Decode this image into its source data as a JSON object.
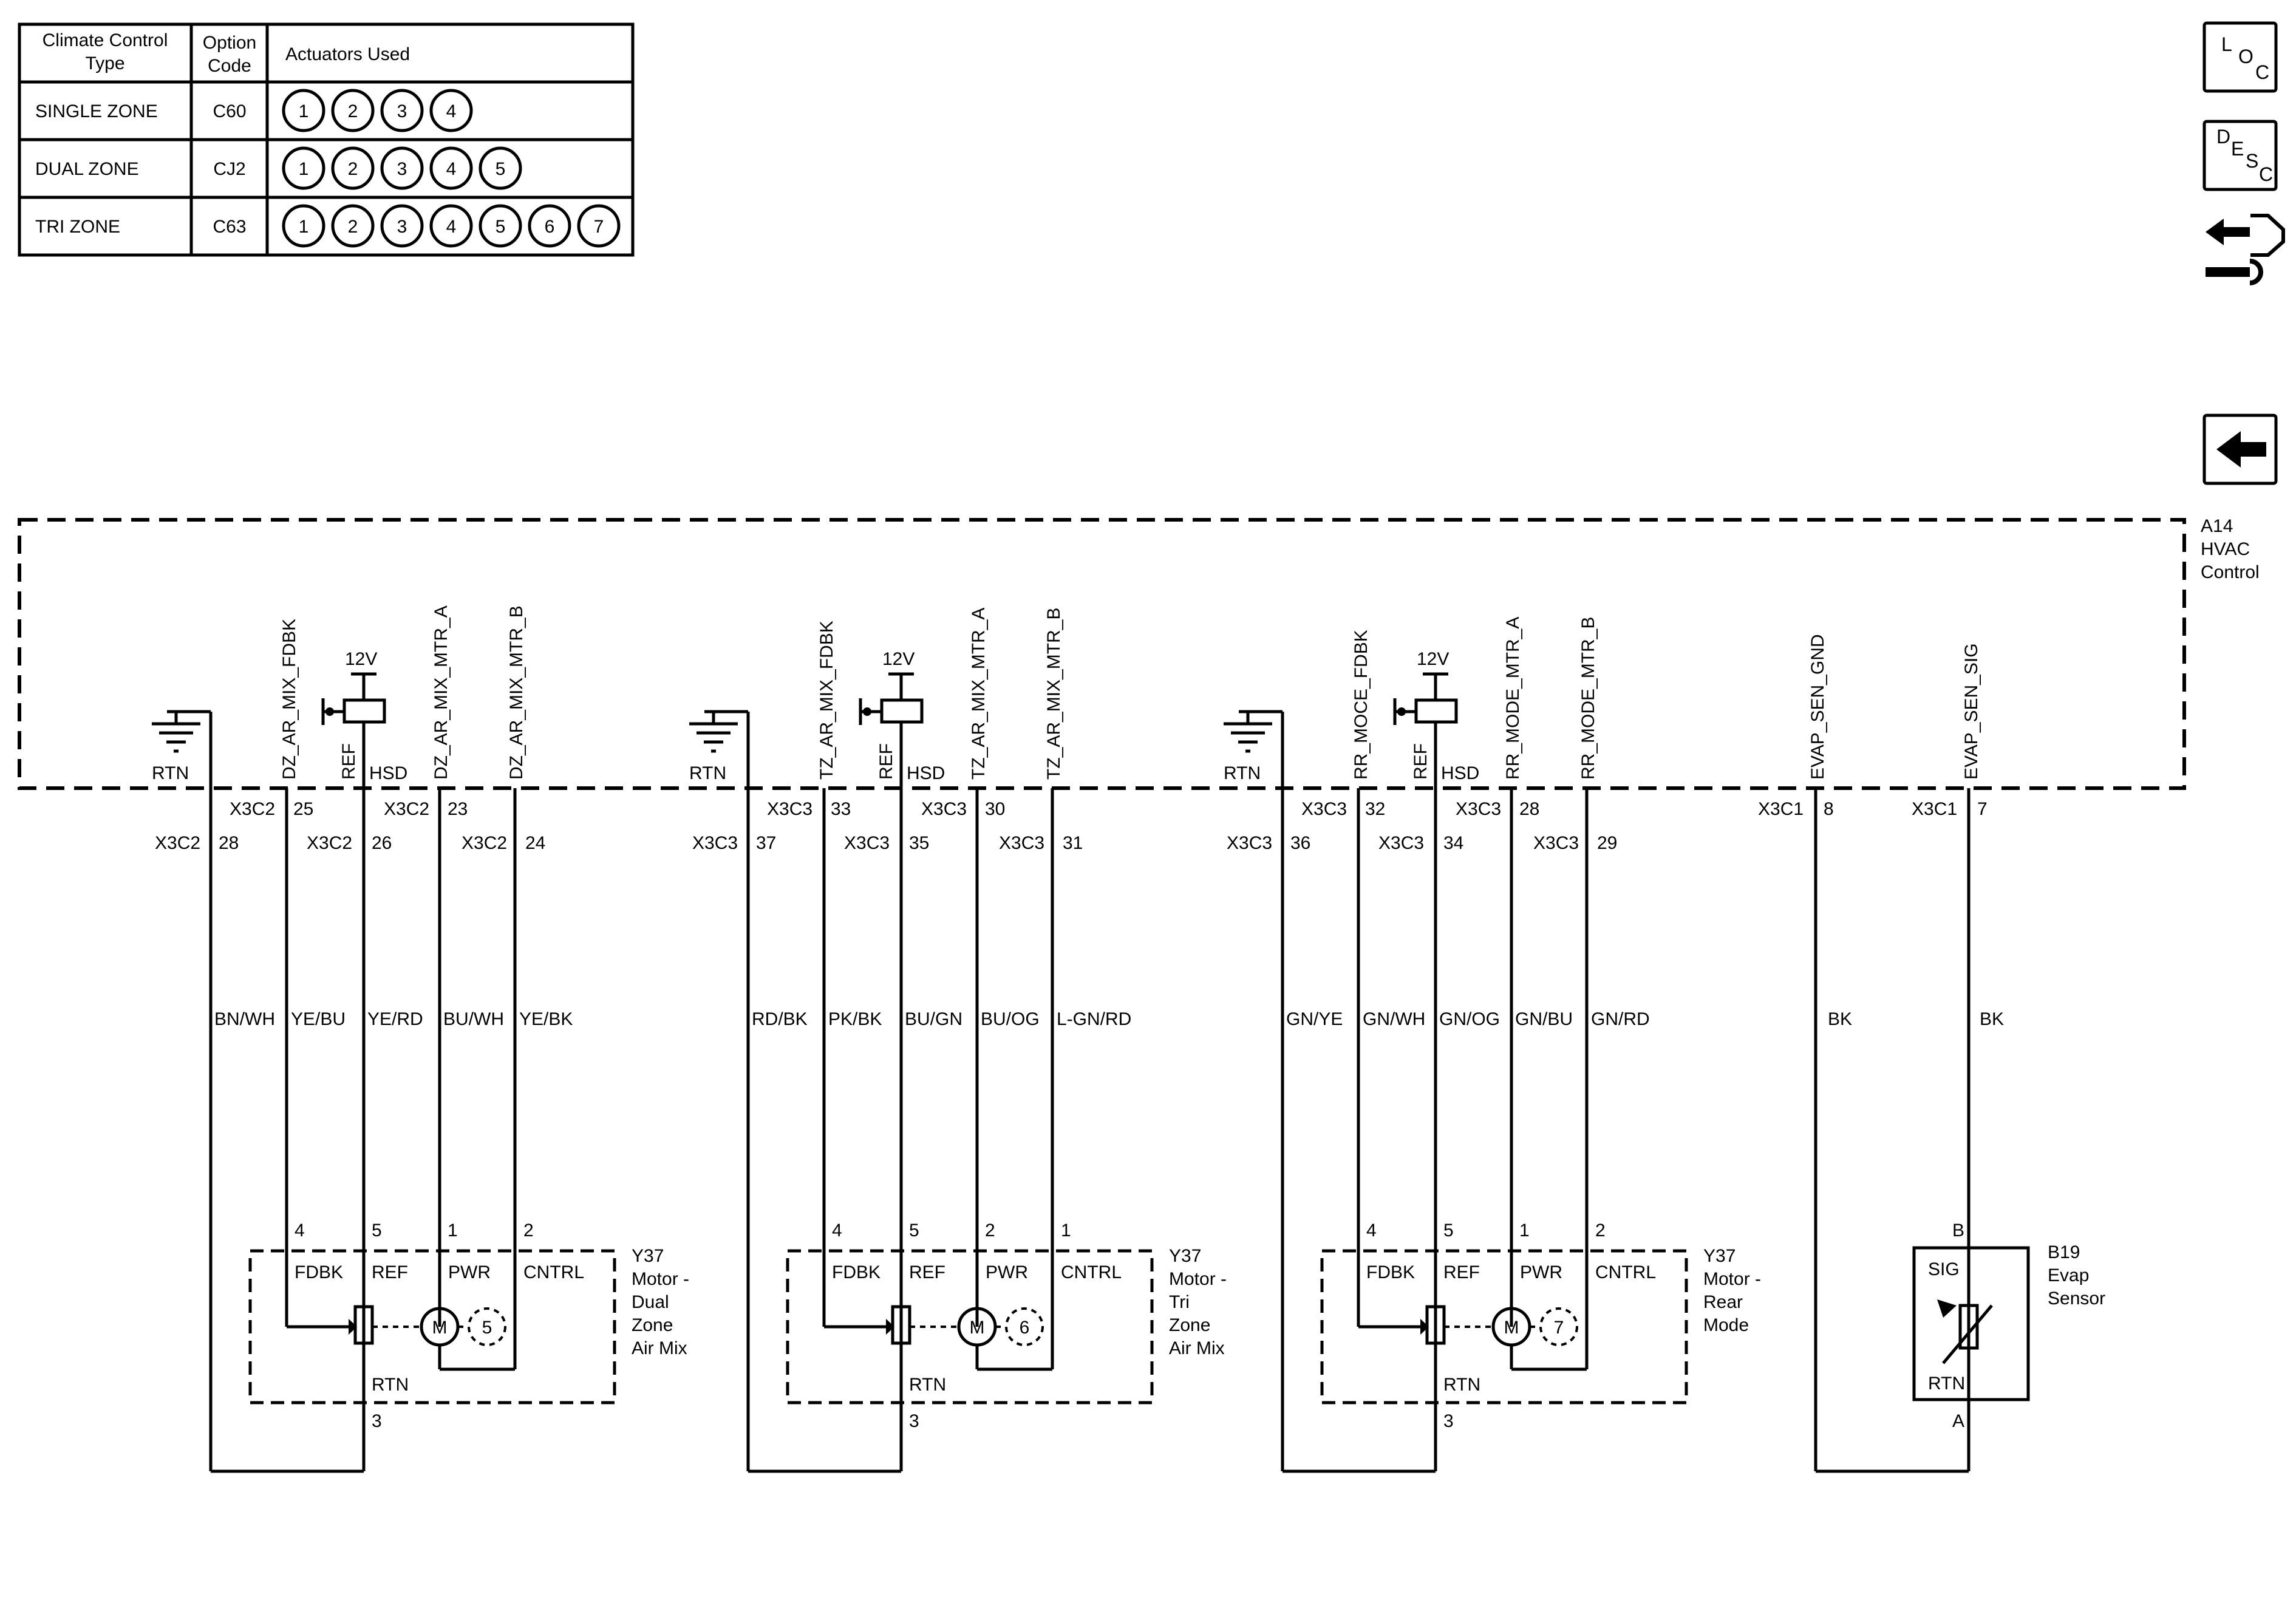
{
  "table": {
    "headers": [
      "Climate Control Type",
      "Option Code",
      "Actuators Used"
    ],
    "rows": [
      {
        "type": "SINGLE ZONE",
        "code": "C60",
        "actuators": [
          "1",
          "2",
          "3",
          "4"
        ]
      },
      {
        "type": "DUAL ZONE",
        "code": "CJ2",
        "actuators": [
          "1",
          "2",
          "3",
          "4",
          "5"
        ]
      },
      {
        "type": "TRI ZONE",
        "code": "C63",
        "actuators": [
          "1",
          "2",
          "3",
          "4",
          "5",
          "6",
          "7"
        ]
      }
    ]
  },
  "nav": {
    "loc": [
      "L",
      "O",
      "C"
    ],
    "desc": [
      "D",
      "E",
      "S",
      "C"
    ]
  },
  "module": {
    "label": [
      "A14",
      "HVAC",
      "Control"
    ]
  },
  "groups": [
    {
      "rtn": "RTN",
      "v12": "12V",
      "ref": "REF",
      "hsd": "HSD",
      "signals": [
        "DZ_AR_MIX_FDBK",
        "DZ_AR_MIX_MTR_A",
        "DZ_AR_MIX_MTR_B"
      ],
      "conn_rtn": "X3C2",
      "pin_rtn": "28",
      "conn_fdbk": "X3C2",
      "pin_fdbk": "25",
      "conn_ref": "X3C2",
      "pin_ref": "26",
      "conn_a": "X3C2",
      "pin_a": "23",
      "conn_b": "X3C2",
      "pin_b": "24",
      "colors": [
        "BN/WH",
        "YE/BU",
        "YE/RD",
        "BU/WH",
        "YE/BK"
      ],
      "comp_pins": [
        "4",
        "5",
        "1",
        "2",
        "3"
      ],
      "comp_terms": [
        "FDBK",
        "REF",
        "PWR",
        "CNTRL",
        "RTN"
      ],
      "motor": "M",
      "actuator": "5",
      "comp_label": [
        "Y37",
        "Motor -",
        "Dual",
        "Zone",
        "Air Mix"
      ]
    },
    {
      "rtn": "RTN",
      "v12": "12V",
      "ref": "REF",
      "hsd": "HSD",
      "signals": [
        "TZ_AR_MIX_FDBK",
        "TZ_AR_MIX_MTR_A",
        "TZ_AR_MIX_MTR_B"
      ],
      "conn_rtn": "X3C3",
      "pin_rtn": "37",
      "conn_fdbk": "X3C3",
      "pin_fdbk": "33",
      "conn_ref": "X3C3",
      "pin_ref": "35",
      "conn_a": "X3C3",
      "pin_a": "30",
      "conn_b": "X3C3",
      "pin_b": "31",
      "colors": [
        "RD/BK",
        "PK/BK",
        "BU/GN",
        "BU/OG",
        "L-GN/RD"
      ],
      "comp_pins": [
        "4",
        "5",
        "2",
        "1",
        "3"
      ],
      "comp_terms": [
        "FDBK",
        "REF",
        "PWR",
        "CNTRL",
        "RTN"
      ],
      "motor": "M",
      "actuator": "6",
      "comp_label": [
        "Y37",
        "Motor -",
        "Tri",
        "Zone",
        "Air Mix"
      ]
    },
    {
      "rtn": "RTN",
      "v12": "12V",
      "ref": "REF",
      "hsd": "HSD",
      "signals": [
        "RR_MOCE_FDBK",
        "RR_MODE_MTR_A",
        "RR_MODE_MTR_B"
      ],
      "conn_rtn": "X3C3",
      "pin_rtn": "36",
      "conn_fdbk": "X3C3",
      "pin_fdbk": "32",
      "conn_ref": "X3C3",
      "pin_ref": "34",
      "conn_a": "X3C3",
      "pin_a": "28",
      "conn_b": "X3C3",
      "pin_b": "29",
      "colors": [
        "GN/YE",
        "GN/WH",
        "GN/OG",
        "GN/BU",
        "GN/RD"
      ],
      "comp_pins": [
        "4",
        "5",
        "1",
        "2",
        "3"
      ],
      "comp_terms": [
        "FDBK",
        "REF",
        "PWR",
        "CNTRL",
        "RTN"
      ],
      "motor": "M",
      "actuator": "7",
      "comp_label": [
        "Y37",
        "Motor -",
        "Rear",
        "Mode"
      ]
    }
  ],
  "evap": {
    "signals": [
      "EVAP_SEN_GND",
      "EVAP_SEN_SIG"
    ],
    "conns": [
      "X3C1",
      "X3C1"
    ],
    "pins": [
      "8",
      "7"
    ],
    "colors": [
      "BK",
      "BK"
    ],
    "comp_pins": [
      "B",
      "A"
    ],
    "terms": [
      "SIG",
      "RTN"
    ],
    "label": [
      "B19",
      "Evap",
      "Sensor"
    ]
  }
}
